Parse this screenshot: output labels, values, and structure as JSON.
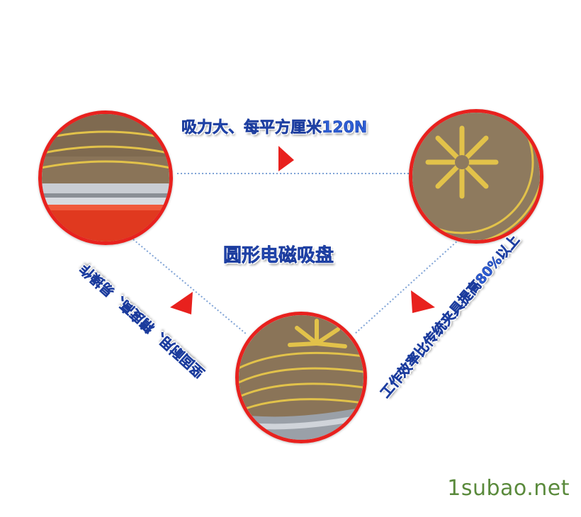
{
  "captions": {
    "top": "吸力大、每平方厘米120N",
    "center": "圆形电磁吸盘",
    "left": "坚固耐用、精度高、易操作",
    "right": "工作效率比传统夹具提高80%以上"
  },
  "watermark": "1subao.net",
  "colors": {
    "ring": "#e8211e",
    "caption_blue": "#2e5fd6",
    "dotted_line": "#7fa3d6",
    "coil_yellow": "#e2c24a",
    "plate_brown": "#8a7458",
    "watermark_green": "#5a8a3c"
  }
}
